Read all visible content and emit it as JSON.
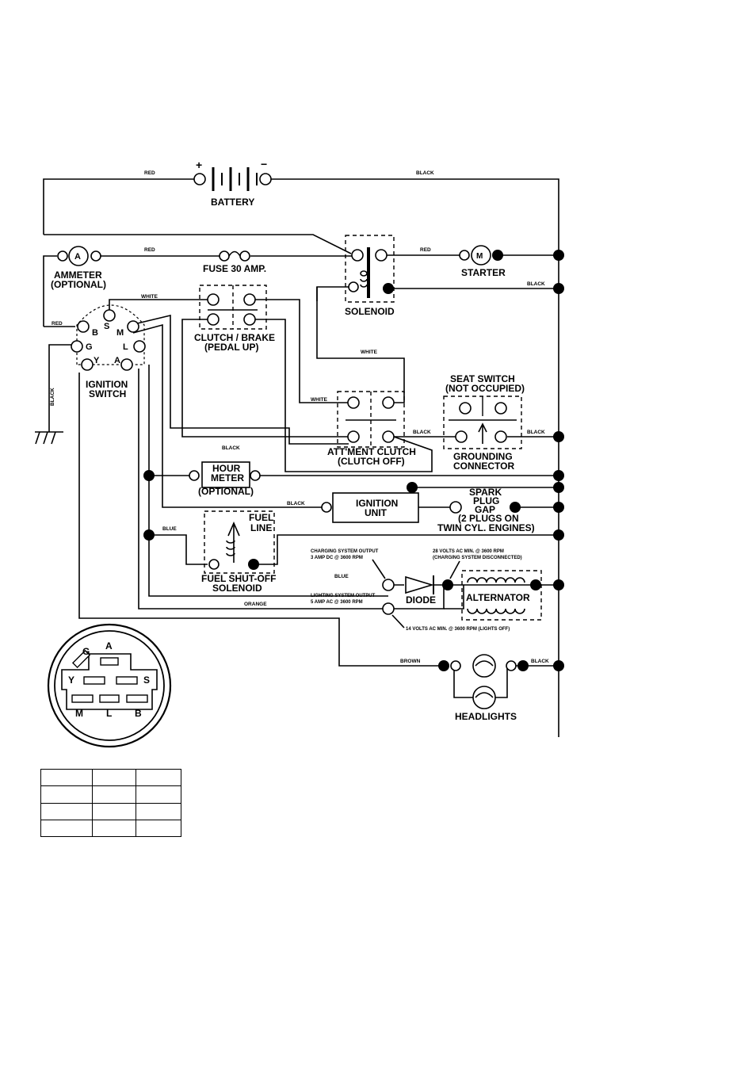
{
  "labels": {
    "battery": "BATTERY",
    "ammeter_1": "AMMETER",
    "ammeter_2": "(OPTIONAL)",
    "fuse": "FUSE 30 AMP.",
    "starter": "STARTER",
    "solenoid": "SOLENOID",
    "clutch_brake_1": "CLUTCH / BRAKE",
    "clutch_brake_2": "(PEDAL UP)",
    "ignition_switch_1": "IGNITION",
    "ignition_switch_2": "SWITCH",
    "seat_switch_1": "SEAT SWITCH",
    "seat_switch_2": "(NOT OCCUPIED)",
    "attment_clutch_1": "ATT'MENT CLUTCH",
    "attment_clutch_2": "(CLUTCH OFF)",
    "grounding_1": "GROUNDING",
    "grounding_2": "CONNECTOR",
    "hour_meter_1": "HOUR",
    "hour_meter_2": "METER",
    "hour_meter_3": "(OPTIONAL)",
    "ignition_unit_1": "IGNITION",
    "ignition_unit_2": "UNIT",
    "spark_1": "SPARK",
    "spark_2": "PLUG",
    "spark_3": "GAP",
    "spark_4": "(2 PLUGS ON",
    "spark_5": "TWIN CYL. ENGINES)",
    "fuel_line_1": "FUEL",
    "fuel_line_2": "LINE",
    "fuel_shutoff_1": "FUEL SHUT-OFF",
    "fuel_shutoff_2": "SOLENOID",
    "charging_output_1": "CHARGING SYSTEM OUTPUT",
    "charging_output_2": "3 AMP DC @ 3600 RPM",
    "volts28_1": "28 VOLTS AC MIN. @ 3600 RPM",
    "volts28_2": "(CHARGING SYSTEM DISCONNECTED)",
    "lighting_output_1": "LIGHTING SYSTEM OUTPUT",
    "lighting_output_2": "5 AMP AC @ 3600 RPM",
    "volts14": "14 VOLTS AC MIN. @ 3600 RPM (LIGHTS OFF)",
    "diode": "DIODE",
    "alternator": "ALTERNATOR",
    "headlights": "HEADLIGHTS",
    "motor": "M"
  },
  "terminals": {
    "ammeter": "A",
    "ign_b": "B",
    "ign_s": "S",
    "ign_m": "M",
    "ign_g": "G",
    "ign_l": "L",
    "ign_y": "Y",
    "ign_a": "A",
    "pin_a": "A",
    "pin_g": "G",
    "pin_y": "Y",
    "pin_s": "S",
    "pin_m": "M",
    "pin_l": "L",
    "pin_b": "B"
  },
  "wires": {
    "red_top": "RED",
    "black_top": "BLACK",
    "red_fuse": "RED",
    "red_starter": "RED",
    "black_solenoid": "BLACK",
    "white_clutch": "WHITE",
    "red_ignition": "RED",
    "black_ground": "BLACK",
    "white_solenoid": "WHITE",
    "white_attment": "WHITE",
    "black_attment": "BLACK",
    "black_clutch": "BLACK",
    "black_seat": "BLACK",
    "black_ignition_unit": "BLACK",
    "blue_fuel": "BLUE",
    "blue_diode": "BLUE",
    "orange": "ORANGE",
    "brown": "BROWN",
    "black_headlight": "BLACK"
  },
  "battery_polarity": {
    "plus": "+",
    "minus": "−"
  },
  "table": {
    "rows": 4,
    "cols": 3
  }
}
